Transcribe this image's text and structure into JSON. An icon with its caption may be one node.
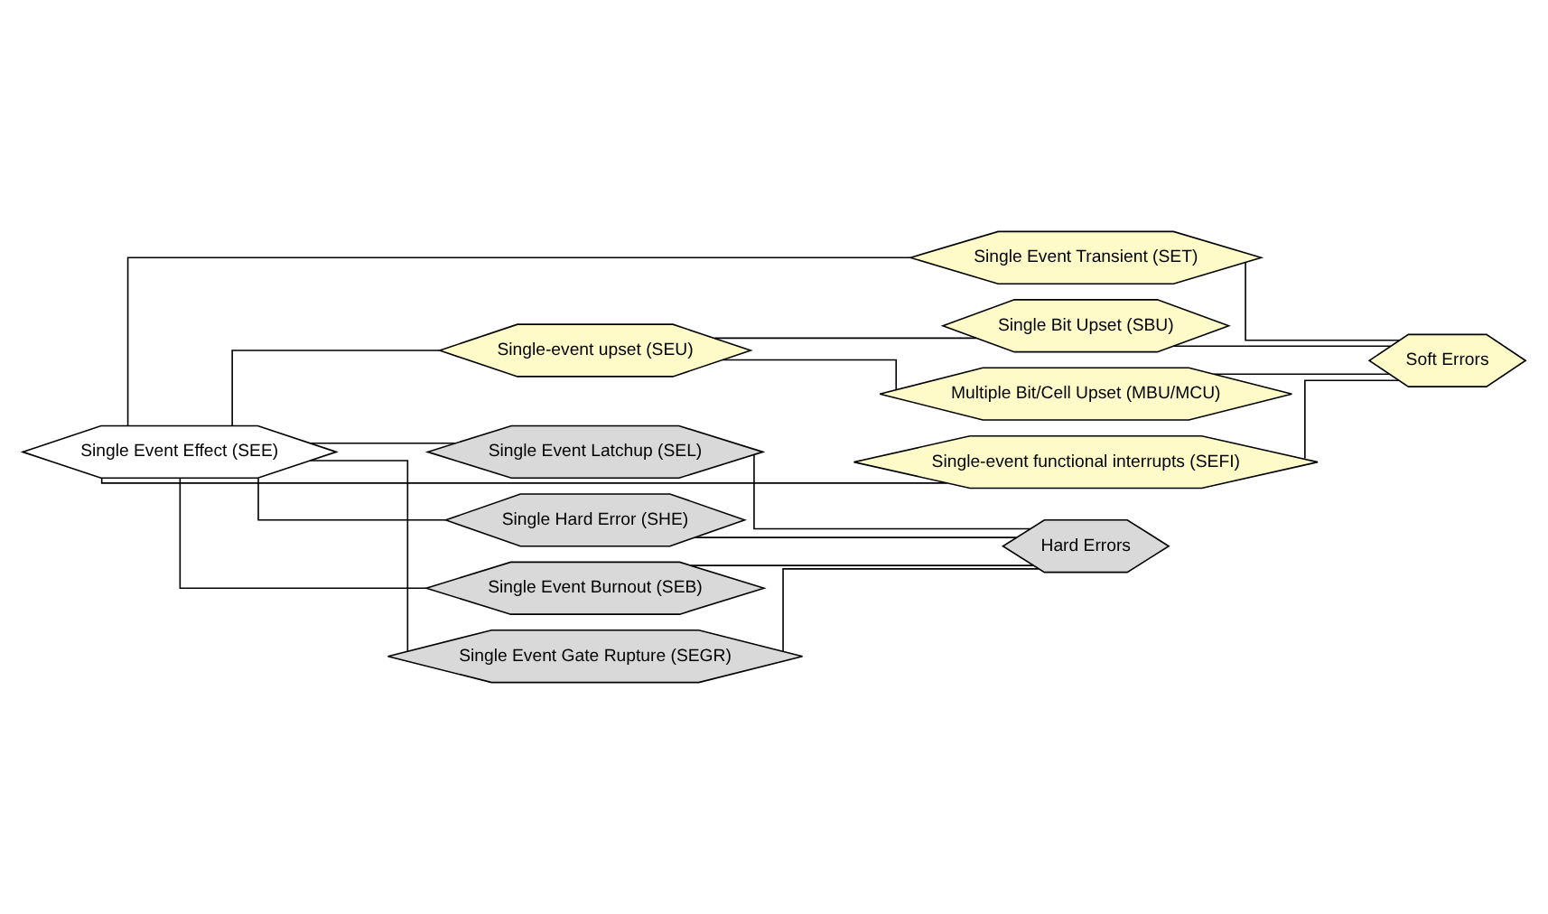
{
  "diagram": {
    "nodes": [
      {
        "text": [
          "Single Event Effect (SEE)"
        ]
      },
      {
        "text": [
          "Single Event Transient (SET)"
        ]
      },
      {
        "text": [
          "Single Bit Upset (SBU)"
        ]
      },
      {
        "text": [
          "Single-event upset (SEU)"
        ]
      },
      {
        "text": [
          "Multiple Bit/Cell Upset (MBU/MCU)"
        ]
      },
      {
        "text": [
          "Single-event functional interrupts (SEFI)"
        ]
      },
      {
        "text": [
          "Soft Errors"
        ]
      },
      {
        "text": [
          "Single Event Latchup (SEL)"
        ]
      },
      {
        "text": [
          "Single Hard Error (SHE)"
        ]
      },
      {
        "text": [
          "Single Event Burnout (SEB)"
        ]
      },
      {
        "text": [
          "Single Event Gate Rupture (SEGR)"
        ]
      },
      {
        "text": [
          "Hard Errors"
        ]
      }
    ],
    "edges": [
      {
        "from": 0,
        "to": 1,
        "arrow": "none"
      },
      {
        "from": 0,
        "to": 3,
        "arrow": "none"
      },
      {
        "from": 0,
        "to": 5,
        "arrow": "none"
      },
      {
        "from": 0,
        "to": 7,
        "arrow": "none"
      },
      {
        "from": 0,
        "to": 8,
        "arrow": "none"
      },
      {
        "from": 0,
        "to": 9,
        "arrow": "none"
      },
      {
        "from": 0,
        "to": 10,
        "arrow": "none"
      },
      {
        "from": 3,
        "to": 2,
        "arrow": "none"
      },
      {
        "from": 3,
        "to": 4,
        "arrow": "none"
      },
      {
        "from": 1,
        "to": 6,
        "arrow": "none"
      },
      {
        "from": 2,
        "to": 6,
        "arrow": "none"
      },
      {
        "from": 4,
        "to": 6,
        "arrow": "none"
      },
      {
        "from": 5,
        "to": 6,
        "arrow": "none"
      },
      {
        "from": 7,
        "to": 11,
        "arrow": "none"
      },
      {
        "from": 8,
        "to": 11,
        "arrow": "none"
      },
      {
        "from": 9,
        "to": 11,
        "arrow": "none"
      },
      {
        "from": 10,
        "to": 11,
        "arrow": "none"
      }
    ]
  }
}
